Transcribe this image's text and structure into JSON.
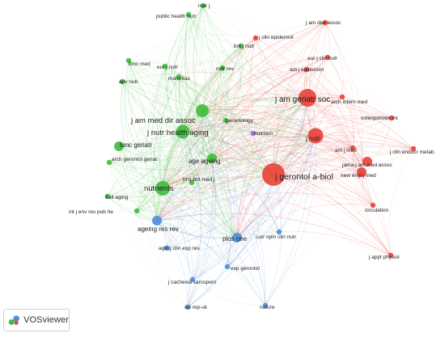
{
  "app": {
    "name": "VOSviewer"
  },
  "colors": {
    "red": "#e8443a",
    "green": "#3fbf3f",
    "blue": "#4d8fe0",
    "purple": "#9a6be0"
  },
  "nodes": [
    {
      "id": "jgerontol",
      "label": "j gerontol a-biol",
      "cluster": "red",
      "size": 3
    },
    {
      "id": "jamgeriatr",
      "label": "j am geriatr soc",
      "cluster": "red",
      "size": 3
    },
    {
      "id": "jnutr",
      "label": "j nutr",
      "cluster": "red",
      "size": 3
    },
    {
      "id": "amjmed",
      "label": "am j med",
      "cluster": "red",
      "size": 1
    },
    {
      "id": "jclinendocr",
      "label": "j clin endocr metab",
      "cluster": "red",
      "size": 1
    },
    {
      "id": "jamajam",
      "label": "jama-j am med assoc",
      "cluster": "red",
      "size": 2
    },
    {
      "id": "newengl",
      "label": "new engl j med",
      "cluster": "red",
      "size": 2
    },
    {
      "id": "circulation",
      "label": "circulation",
      "cluster": "red",
      "size": 1
    },
    {
      "id": "japplphysiol",
      "label": "j appl physiol",
      "cluster": "red",
      "size": 1
    },
    {
      "id": "archintern",
      "label": "arch intern med",
      "cluster": "red",
      "size": 1
    },
    {
      "id": "osteoporosis",
      "label": "osteoporosis int",
      "cluster": "red",
      "size": 1
    },
    {
      "id": "amjepidemiol",
      "label": "am j epidemiol",
      "cluster": "red",
      "size": 1
    },
    {
      "id": "eurjclin",
      "label": "eur j clin nutr",
      "cluster": "red",
      "size": 1
    },
    {
      "id": "jamdiet",
      "label": "j am diet assoc",
      "cluster": "red",
      "size": 1
    },
    {
      "id": "jclinepidemiol",
      "label": "j clin epidemiol",
      "cluster": "red",
      "size": 1
    },
    {
      "id": "jammeddir",
      "label": "j am med dir assoc",
      "cluster": "green",
      "size": 3
    },
    {
      "id": "jnutrhealth",
      "label": "j nutr health aging",
      "cluster": "green",
      "size": 3
    },
    {
      "id": "nutrients",
      "label": "nutrients",
      "cluster": "green",
      "size": 3
    },
    {
      "id": "ageageing",
      "label": "age ageing",
      "cluster": "green",
      "size": 2
    },
    {
      "id": "bmcgeriatr",
      "label": "bmc geriatr",
      "cluster": "green",
      "size": 2
    },
    {
      "id": "archgeront",
      "label": "arch gerontol geriat",
      "cluster": "green",
      "size": 1
    },
    {
      "id": "gerontology",
      "label": "gerontology",
      "cluster": "green",
      "size": 1
    },
    {
      "id": "bmjbrit",
      "label": "bmj-brit med j",
      "cluster": "green",
      "size": 1
    },
    {
      "id": "frailaging",
      "label": "frail aging",
      "cluster": "green",
      "size": 1
    },
    {
      "id": "intjenv",
      "label": "int j env res pub he",
      "cluster": "green",
      "size": 1
    },
    {
      "id": "maturitas",
      "label": "maturitas",
      "cluster": "green",
      "size": 1
    },
    {
      "id": "nutrrev",
      "label": "nutr rev",
      "cluster": "green",
      "size": 1
    },
    {
      "id": "eurjnutr",
      "label": "eur j nutr",
      "cluster": "green",
      "size": 1
    },
    {
      "id": "bmcmed",
      "label": "bmc med",
      "cluster": "green",
      "size": 1
    },
    {
      "id": "advnutr",
      "label": "adv nutr",
      "cluster": "green",
      "size": 1
    },
    {
      "id": "publichealth",
      "label": "public health nutr",
      "cluster": "green",
      "size": 1
    },
    {
      "id": "nutrj",
      "label": "nutr j",
      "cluster": "green",
      "size": 1
    },
    {
      "id": "britjnutr",
      "label": "brit j nutr",
      "cluster": "green",
      "size": 1
    },
    {
      "id": "nutrition",
      "label": "nutrition",
      "cluster": "purple",
      "size": 1
    },
    {
      "id": "ageingres",
      "label": "ageing res rev",
      "cluster": "blue",
      "size": 2
    },
    {
      "id": "agingclin",
      "label": "aging clin exp res",
      "cluster": "blue",
      "size": 1
    },
    {
      "id": "plosone",
      "label": "plos one",
      "cluster": "blue",
      "size": 2
    },
    {
      "id": "curropin",
      "label": "curr opin clin nutr",
      "cluster": "blue",
      "size": 1
    },
    {
      "id": "expgerontol",
      "label": "exp gerontol",
      "cluster": "blue",
      "size": 1
    },
    {
      "id": "jcachexia",
      "label": "j cachexia sarcopeni",
      "cluster": "blue",
      "size": 1
    },
    {
      "id": "scirep",
      "label": "sci rep-uk",
      "cluster": "blue",
      "size": 1
    },
    {
      "id": "nature",
      "label": "nature",
      "cluster": "blue",
      "size": 1
    }
  ]
}
